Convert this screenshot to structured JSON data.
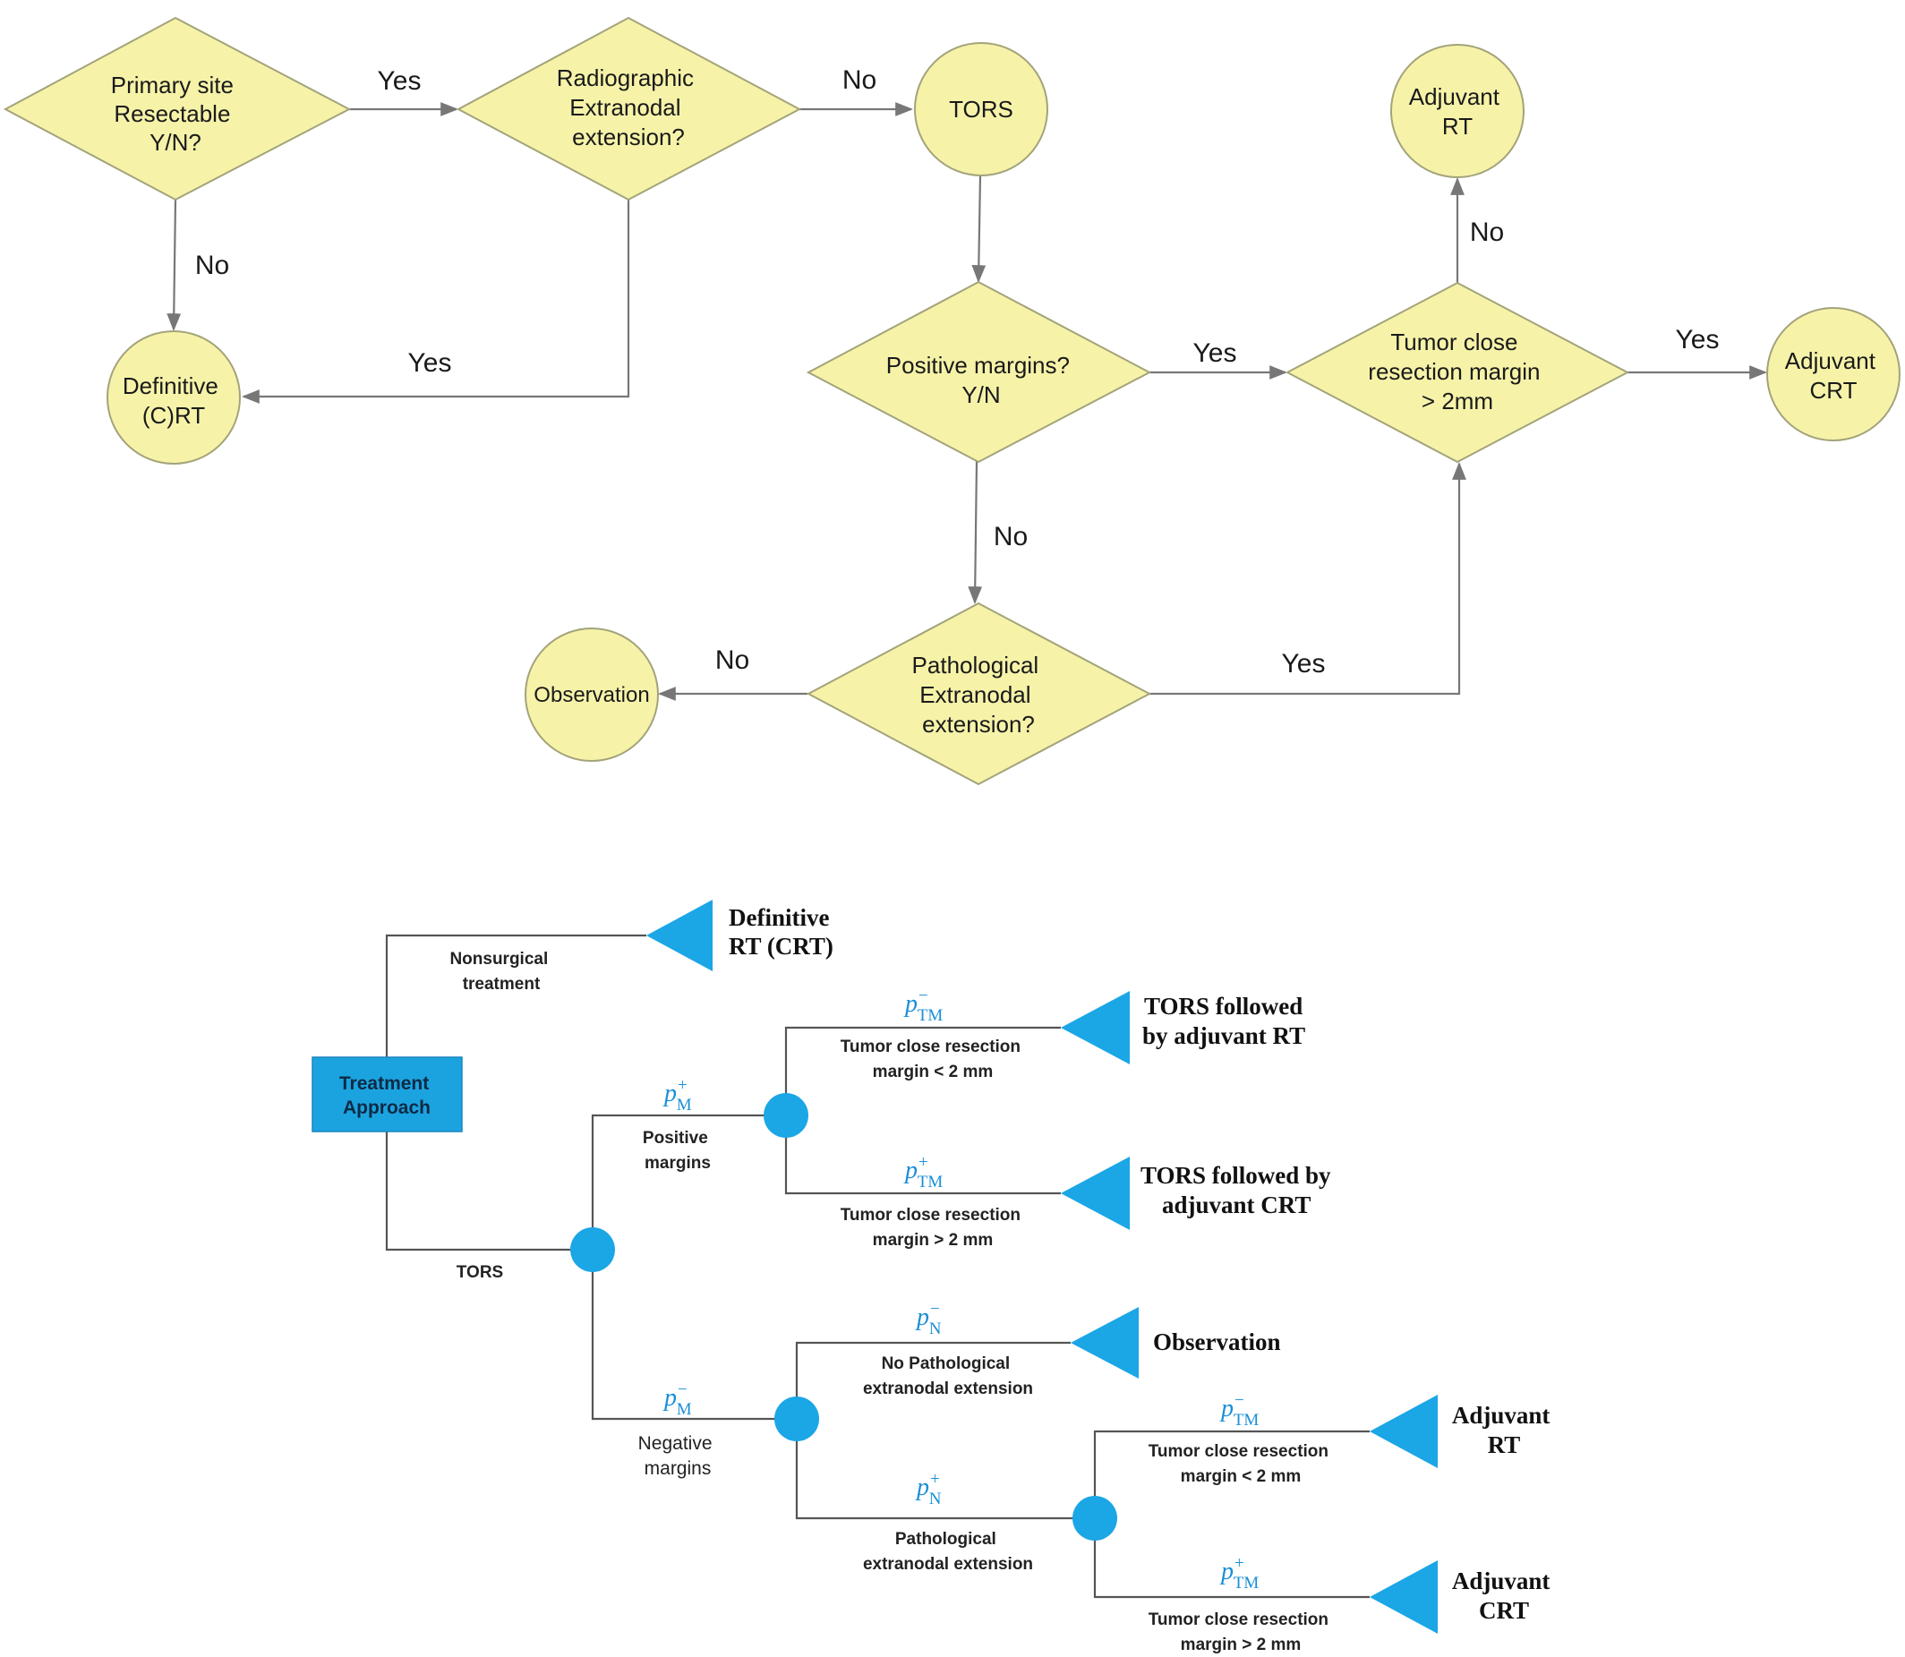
{
  "flowchart": {
    "nodes": {
      "primary_site": [
        "Primary site",
        "Resectable",
        "Y/N?"
      ],
      "radiographic_ene": [
        "Radiographic",
        "Extranodal",
        "extension?"
      ],
      "tors": [
        "TORS"
      ],
      "adjuvant_rt": [
        "Adjuvant",
        "RT"
      ],
      "definitive_crt": [
        "Definitive",
        "(C)RT"
      ],
      "positive_margins": [
        "Positive margins?",
        "Y/N"
      ],
      "tumor_close": [
        "Tumor close",
        "resection margin",
        "> 2mm"
      ],
      "adjuvant_crt": [
        "Adjuvant",
        "CRT"
      ],
      "observation": [
        "Observation"
      ],
      "pathological_ene": [
        "Pathological",
        "Extranodal",
        "extension?"
      ]
    },
    "edge_labels": {
      "primary_to_radiographic": "Yes",
      "radiographic_to_tors": "No",
      "primary_to_definitive": "No",
      "radiographic_to_definitive": "Yes",
      "tumor_to_adjuvant_rt": "No",
      "positive_to_tumor": "Yes",
      "tumor_to_adjuvant_crt": "Yes",
      "positive_to_pathological": "No",
      "pathological_to_observation": "No",
      "pathological_to_tumor": "Yes"
    }
  },
  "tree": {
    "root": [
      "Treatment",
      "Approach"
    ],
    "nonsurgical_branch": [
      "Nonsurgical",
      "treatment"
    ],
    "tors_branch": "TORS",
    "positive_margins": [
      "Positive",
      "margins"
    ],
    "negative_margins": [
      "Negative",
      "margins"
    ],
    "close_lt_2mm": [
      "Tumor close resection",
      "margin < 2 mm"
    ],
    "close_gt_2mm": [
      "Tumor close resection",
      "margin > 2 mm"
    ],
    "no_pathological_ene": [
      "No Pathological",
      "extranodal extension"
    ],
    "pathological_ene": [
      "Pathological",
      "extranodal extension"
    ],
    "outcomes": {
      "definitive": [
        "Definitive",
        "RT (CRT)"
      ],
      "tors_rt": [
        "TORS followed",
        "by adjuvant RT"
      ],
      "tors_crt": [
        "TORS followed by",
        "adjuvant CRT"
      ],
      "observation": [
        "Observation"
      ],
      "adjuvant_rt": [
        "Adjuvant",
        "RT"
      ],
      "adjuvant_crt": [
        "Adjuvant",
        "CRT"
      ]
    },
    "probabilities": {
      "pM_plus": {
        "base": "p",
        "sub": "M",
        "sup": "+"
      },
      "pM_minus": {
        "base": "p",
        "sub": "M",
        "sup": "−"
      },
      "pTM_minus": {
        "base": "p",
        "sub": "TM",
        "sup": "−"
      },
      "pTM_plus": {
        "base": "p",
        "sub": "TM",
        "sup": "+"
      },
      "pN_minus": {
        "base": "p",
        "sub": "N",
        "sup": "−"
      },
      "pN_plus": {
        "base": "p",
        "sub": "N",
        "sup": "+"
      }
    }
  },
  "colors": {
    "node_fill": "#f6f3a9",
    "node_stroke": "#a3a37a",
    "tree_blue": "#1ba6e6",
    "prob_blue": "#1a8fd6",
    "box_fill": "#1ba3e0"
  }
}
